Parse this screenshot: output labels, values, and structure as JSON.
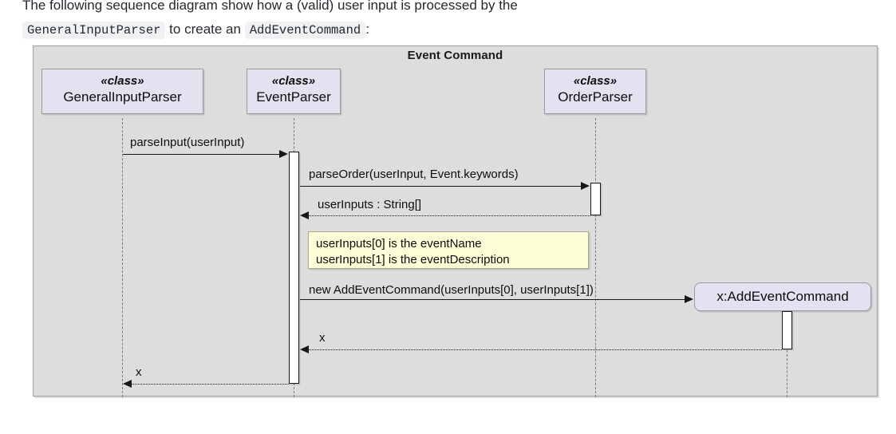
{
  "prose": {
    "line1": "The following sequence diagram show how a (valid) user input is processed by the",
    "line2_code1": "GeneralInputParser",
    "line2_mid": "to create an",
    "line2_code2": "AddEventCommand",
    "line2_end": ":"
  },
  "diagram": {
    "title": "Event Command",
    "type": "uml-sequence-diagram",
    "colors": {
      "frame_background": "#dddddd",
      "participant_fill": "#e2e2f0",
      "note_fill": "#fdfdd7",
      "activation_fill": "#ffffff",
      "line": "#181818"
    },
    "participants": [
      {
        "id": "general-input-parser",
        "stereotype": "«class»",
        "name": "GeneralInputParser"
      },
      {
        "id": "event-parser",
        "stereotype": "«class»",
        "name": "EventParser"
      },
      {
        "id": "order-parser",
        "stereotype": "«class»",
        "name": "OrderParser"
      }
    ],
    "created_object": {
      "id": "add-event-command",
      "name": "x:AddEventCommand"
    },
    "messages": [
      {
        "id": "m1",
        "label": "parseInput(userInput)",
        "from": "general-input-parser",
        "to": "event-parser",
        "style": "solid",
        "direction": "right"
      },
      {
        "id": "m2",
        "label": "parseOrder(userInput, Event.keywords)",
        "from": "event-parser",
        "to": "order-parser",
        "style": "solid",
        "direction": "right"
      },
      {
        "id": "m3",
        "label": "userInputs : String[]",
        "from": "order-parser",
        "to": "event-parser",
        "style": "dashed",
        "direction": "left"
      },
      {
        "id": "m4",
        "label": "new AddEventCommand(userInputs[0], userInputs[1])",
        "from": "event-parser",
        "to": "add-event-command",
        "style": "solid",
        "direction": "right"
      },
      {
        "id": "m5",
        "label": "x",
        "from": "add-event-command",
        "to": "event-parser",
        "style": "dashed",
        "direction": "left"
      },
      {
        "id": "m6",
        "label": "x",
        "from": "event-parser",
        "to": "general-input-parser",
        "style": "dashed",
        "direction": "left"
      }
    ],
    "note": {
      "line1": "userInputs[0] is the eventName",
      "line2": "userInputs[1] is the eventDescription"
    }
  }
}
